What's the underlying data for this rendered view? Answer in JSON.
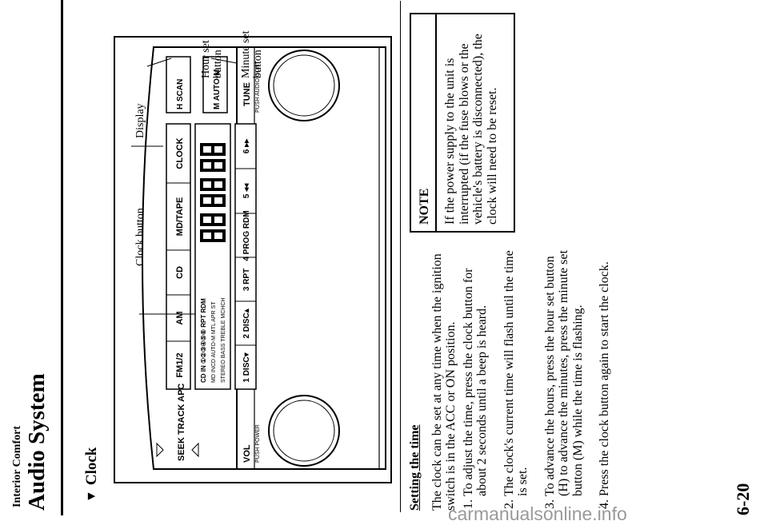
{
  "header": {
    "section": "Interior Comfort",
    "title": "Audio System"
  },
  "subsection": {
    "marker": "▼",
    "title": "Clock"
  },
  "figure": {
    "callouts": {
      "hour_set": "Hour set button",
      "minute_set": "Minute set button",
      "clock_button": "Clock button",
      "display": "Display"
    },
    "radio": {
      "top_buttons": [
        "FM1/2",
        "AM",
        "CD",
        "MD/TAPE",
        "CLOCK"
      ],
      "seek": "SEEK TRACK APC",
      "vol": "VOL",
      "vol_sub": "PUSH POWER",
      "preset_buttons": [
        "1 DISC▾",
        "2 DISC▴",
        "3 RPT",
        "4 PROG RDM",
        "5 ◂◂",
        "6 ▸▸"
      ],
      "scan": "H SCAN",
      "auto": "M AUTO-M",
      "tune": "TUNE",
      "tune_sub": "PUSH AUDIO CONT",
      "display_row1": "CD IN ①②③④⑤⑥ RPT RDM",
      "display_row2": "MD INCD AUTO-M MTL APR ST",
      "display_row3": "STEREO BASS TREBLE MCHCH"
    }
  },
  "body": {
    "heading": "Setting the time",
    "intro": "The clock can be set at any time when the ignition switch is in the ACC or ON position.",
    "steps": [
      "To adjust the time, press the clock button for about 2 seconds until a beep is heard.",
      "The clock's current time will flash until the time is set.",
      "To advance the hours, press the hour set button (H) to advance the minutes, press the minute set button (M) while the time is flashing.",
      "Press the clock button again to start the clock."
    ]
  },
  "note": {
    "heading": "NOTE",
    "text": "If the power supply to the unit is interrupted (if the fuse blows or the vehicle's battery is disconnected), the clock will need to be reset."
  },
  "footer": {
    "page_number": "6-20",
    "watermark": "carmanualsonline.info"
  }
}
